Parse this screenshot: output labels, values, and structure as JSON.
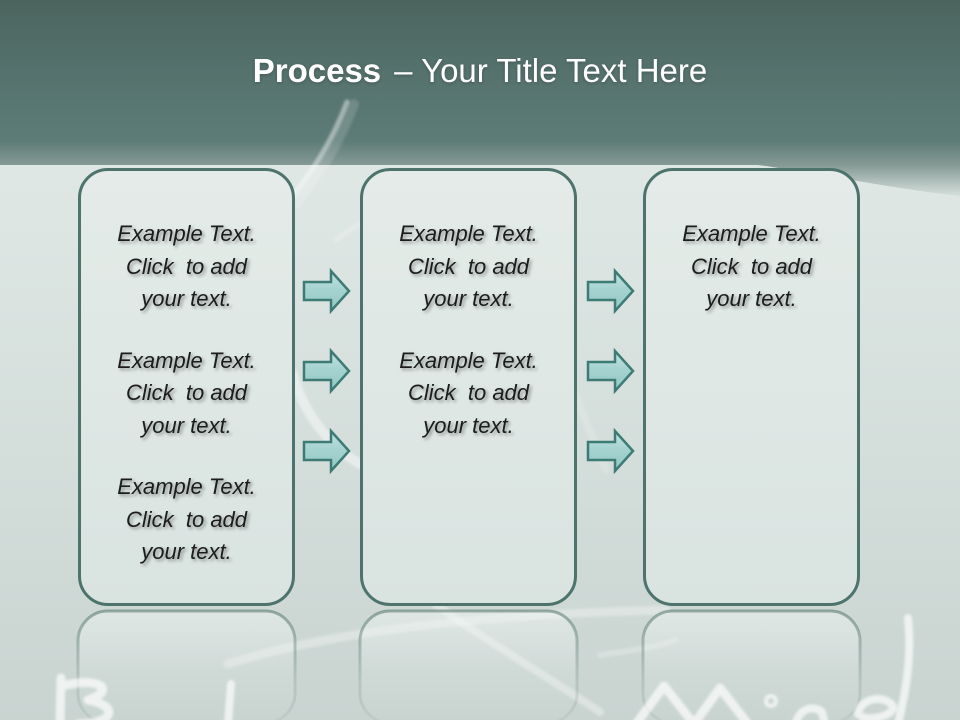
{
  "slide_title": {
    "keyword": "Process",
    "rest": "– Your Title Text Here"
  },
  "process_boxes": [
    {
      "id": "step-1",
      "text_blocks": [
        "Example Text.\nClick  to add\nyour text.",
        "Example Text.\nClick  to add\nyour text.",
        "Example Text.\nClick  to add\nyour text."
      ]
    },
    {
      "id": "step-2",
      "text_blocks": [
        "Example Text.\nClick  to add\nyour text.",
        "Example Text.\nClick  to add\nyour text."
      ]
    },
    {
      "id": "step-3",
      "text_blocks": [
        "Example Text.\nClick  to add\nyour text."
      ]
    }
  ],
  "arrow_groups": [
    {
      "id": "arrows-step1-to-step2",
      "count": 3
    },
    {
      "id": "arrows-step2-to-step3",
      "count": 3
    }
  ],
  "background": {
    "chalk_writing_visible": [
      "B",
      "Mind"
    ]
  },
  "colors": {
    "header_top": "#4c655f",
    "header_teal": "#5e7c77",
    "canvas_light": "#e0e9e6",
    "canvas_bottom": "#c9d4d1",
    "box_fill": "#dee7e4",
    "box_border": "#4d736c",
    "arrow_fill": "#a6d3d0",
    "arrow_border": "#3e7b74",
    "body_text": "#1c1c1c",
    "title_text": "#ffffff"
  }
}
